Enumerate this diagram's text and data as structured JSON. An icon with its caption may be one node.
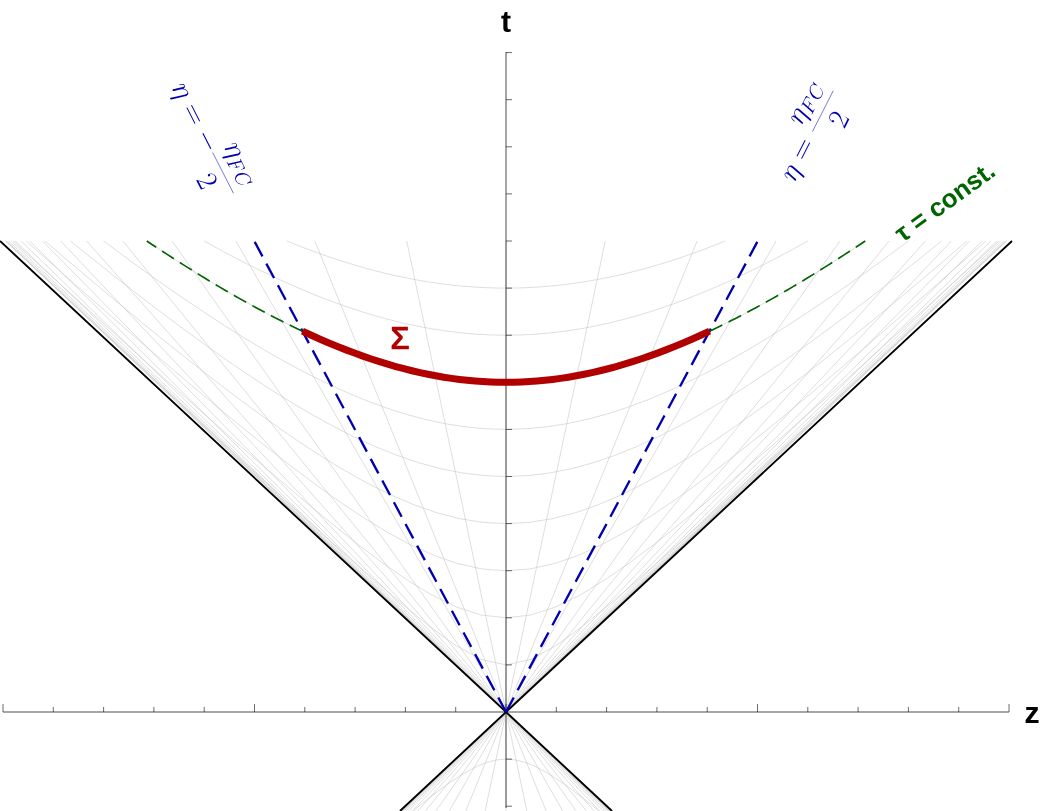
{
  "diagram": {
    "labels": [
      "t",
      "\\eta = -\\frac{\\eta_{FC}}{2}",
      "\\eta = \\frac{\\eta_{FC}}{2}",
      "τ = const.",
      "Σ",
      "z"
    ]
  }
}
